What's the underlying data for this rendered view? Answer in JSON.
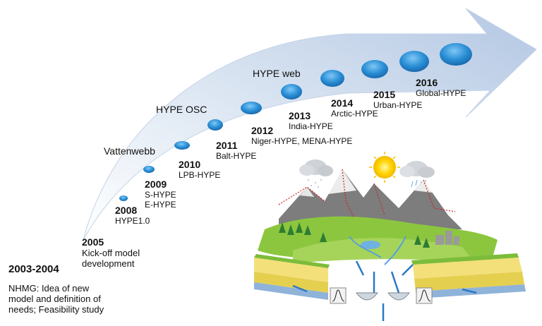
{
  "milestones": [
    {
      "year": "2003-2004",
      "desc": "NHMG: Idea of new\nmodel and definition of\nneeds; Feasibility study"
    },
    {
      "year": "2005",
      "desc": "Kick-off model\ndevelopment"
    },
    {
      "year": "2008",
      "desc": "HYPE1.0"
    },
    {
      "year": "2009",
      "desc": "S-HYPE\nE-HYPE"
    },
    {
      "year": "2010",
      "desc": "LPB-HYPE"
    },
    {
      "year": "2011",
      "desc": "Balt-HYPE"
    },
    {
      "year": "2012",
      "desc": "Niger-HYPE, MENA-HYPE"
    },
    {
      "year": "2013",
      "desc": "India-HYPE"
    },
    {
      "year": "2014",
      "desc": "Arctic-HYPE"
    },
    {
      "year": "2015",
      "desc": "Urban-HYPE"
    },
    {
      "year": "2016",
      "desc": "Global-HYPE"
    }
  ],
  "annotations": {
    "vattenwebb": "Vattenwebb",
    "hype_osc": "HYPE OSC",
    "hype_web": "HYPE web"
  },
  "colors": {
    "arrow_light": "#e3ecf6",
    "arrow_dark": "#b6c9e4",
    "disc": "#2b8fd4"
  }
}
